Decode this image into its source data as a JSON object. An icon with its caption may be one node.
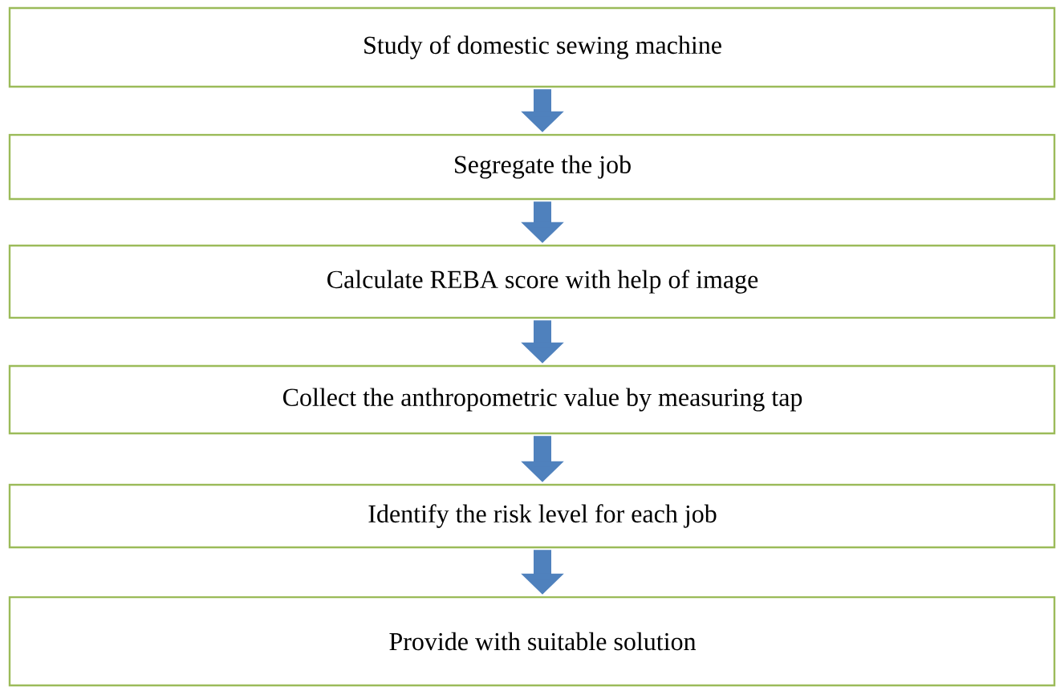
{
  "diagram": {
    "nodes": [
      {
        "text": [
          "Study of domestic sewing machine"
        ]
      },
      {
        "text": [
          "Segregate the job"
        ]
      },
      {
        "text": [
          "Calculate REBA score with help of image"
        ]
      },
      {
        "text": [
          "Collect the anthropometric value by measuring tap"
        ]
      },
      {
        "text": [
          "Identify the risk level for each job"
        ]
      },
      {
        "text": [
          "Provide with suitable solution"
        ]
      }
    ],
    "edges": [
      {
        "from": 0,
        "to": 1,
        "arrow": "to"
      },
      {
        "from": 1,
        "to": 2,
        "arrow": "to"
      },
      {
        "from": 2,
        "to": 3,
        "arrow": "to"
      },
      {
        "from": 3,
        "to": 4,
        "arrow": "to"
      },
      {
        "from": 4,
        "to": 5,
        "arrow": "to"
      }
    ]
  }
}
